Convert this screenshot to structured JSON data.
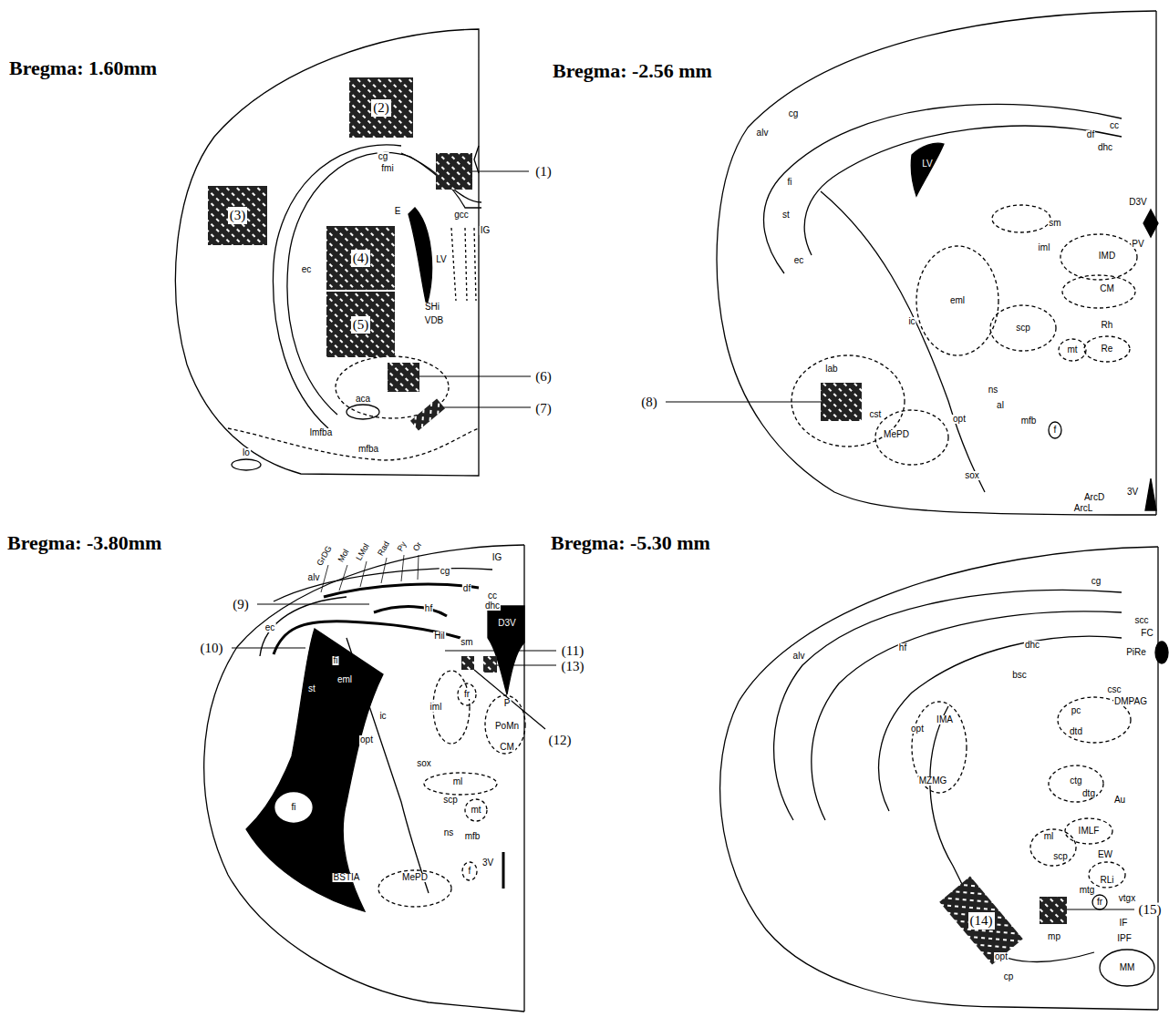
{
  "diagram": {
    "nodes": [
      {
        "text": [
          "(2)"
        ]
      },
      {
        "text": [
          "(3)"
        ]
      },
      {
        "text": [
          "(4)"
        ]
      },
      {
        "text": [
          "(5)"
        ]
      },
      {
        "text": [
          "(14)"
        ]
      }
    ],
    "labels": [
      "Bregma: 1.60mm",
      "(1)",
      "cg",
      "fmi",
      "E",
      "gcc",
      "IG",
      "LV",
      "ec",
      "SHi",
      "VDB",
      "(6)",
      "aca",
      "(7)",
      "lmfba",
      "lo",
      "mfba",
      "Bregma: -2.56 mm",
      "cg",
      "alv",
      "df",
      "cc",
      "dhc",
      "LV",
      "fi",
      "st",
      "sm",
      "D3V",
      "PV",
      "iml",
      "IMD",
      "ec",
      "CM",
      "eml",
      "ic",
      "Rh",
      "scp",
      "mt",
      "Re",
      "lab",
      "ns",
      "(8)",
      "al",
      "cst",
      "opt",
      "mfb",
      "f",
      "MePD",
      "3V",
      "sox",
      "ArcD",
      "ArcL",
      "Bregma: -3.80mm",
      "GrDG",
      "Mol",
      "LMol",
      "Rad",
      "Py",
      "Or",
      "IG",
      "cg",
      "alv",
      "df",
      "cc",
      "(9)",
      "dhc",
      "hf",
      "ec",
      "D3V",
      "Hil",
      "(10)",
      "fi",
      "(11)",
      "sm",
      "(13)",
      "eml",
      "st",
      "fr",
      "P",
      "iml",
      "ic",
      "PoMn",
      "(12)",
      "opt",
      "CM",
      "sox",
      "ml",
      "scp",
      "fi",
      "mt",
      "ns",
      "mfb",
      "3V",
      "f",
      "BSTIA",
      "MePD",
      "Bregma: -5.30 mm",
      "cg",
      "scc",
      "FC",
      "dhc",
      "hf",
      "PiRe",
      "alv",
      "bsc",
      "csc",
      "DMPAG",
      "pc",
      "IMA",
      "opt",
      "dtd",
      "MZMG",
      "ctg",
      "dtg",
      "Au",
      "IMLF",
      "ml",
      "scp",
      "EW",
      "RLi",
      "mtg",
      "vtgx",
      "fr",
      "IF",
      "(15)",
      "mp",
      "IPF",
      "opt",
      "MM",
      "cp"
    ]
  }
}
